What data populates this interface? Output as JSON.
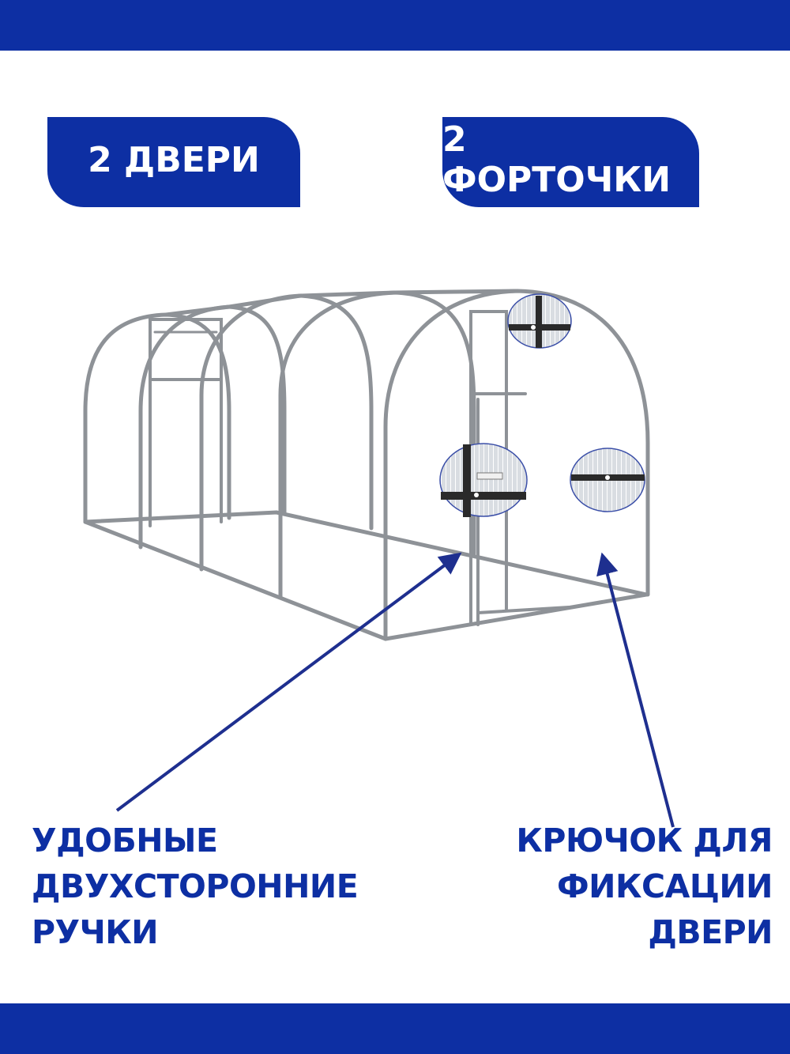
{
  "badges": {
    "doors": "2 ДВЕРИ",
    "vents": "2 ФОРТОЧКИ"
  },
  "captions": {
    "handles": [
      "УДОБНЫЕ",
      "ДВУХСТОРОННИЕ",
      "РУЧКИ"
    ],
    "hook": [
      "КРЮЧОК ДЛЯ",
      "ФИКСАЦИИ",
      "ДВЕРИ"
    ]
  },
  "colors": {
    "brand_blue": "#0d2fa3",
    "frame_gray": "#8e9297",
    "background": "#ffffff"
  },
  "illustration": {
    "subject": "greenhouse-frame-icon",
    "zoom_insets": [
      "vent-latch-icon",
      "door-handle-icon",
      "door-hook-icon"
    ]
  }
}
